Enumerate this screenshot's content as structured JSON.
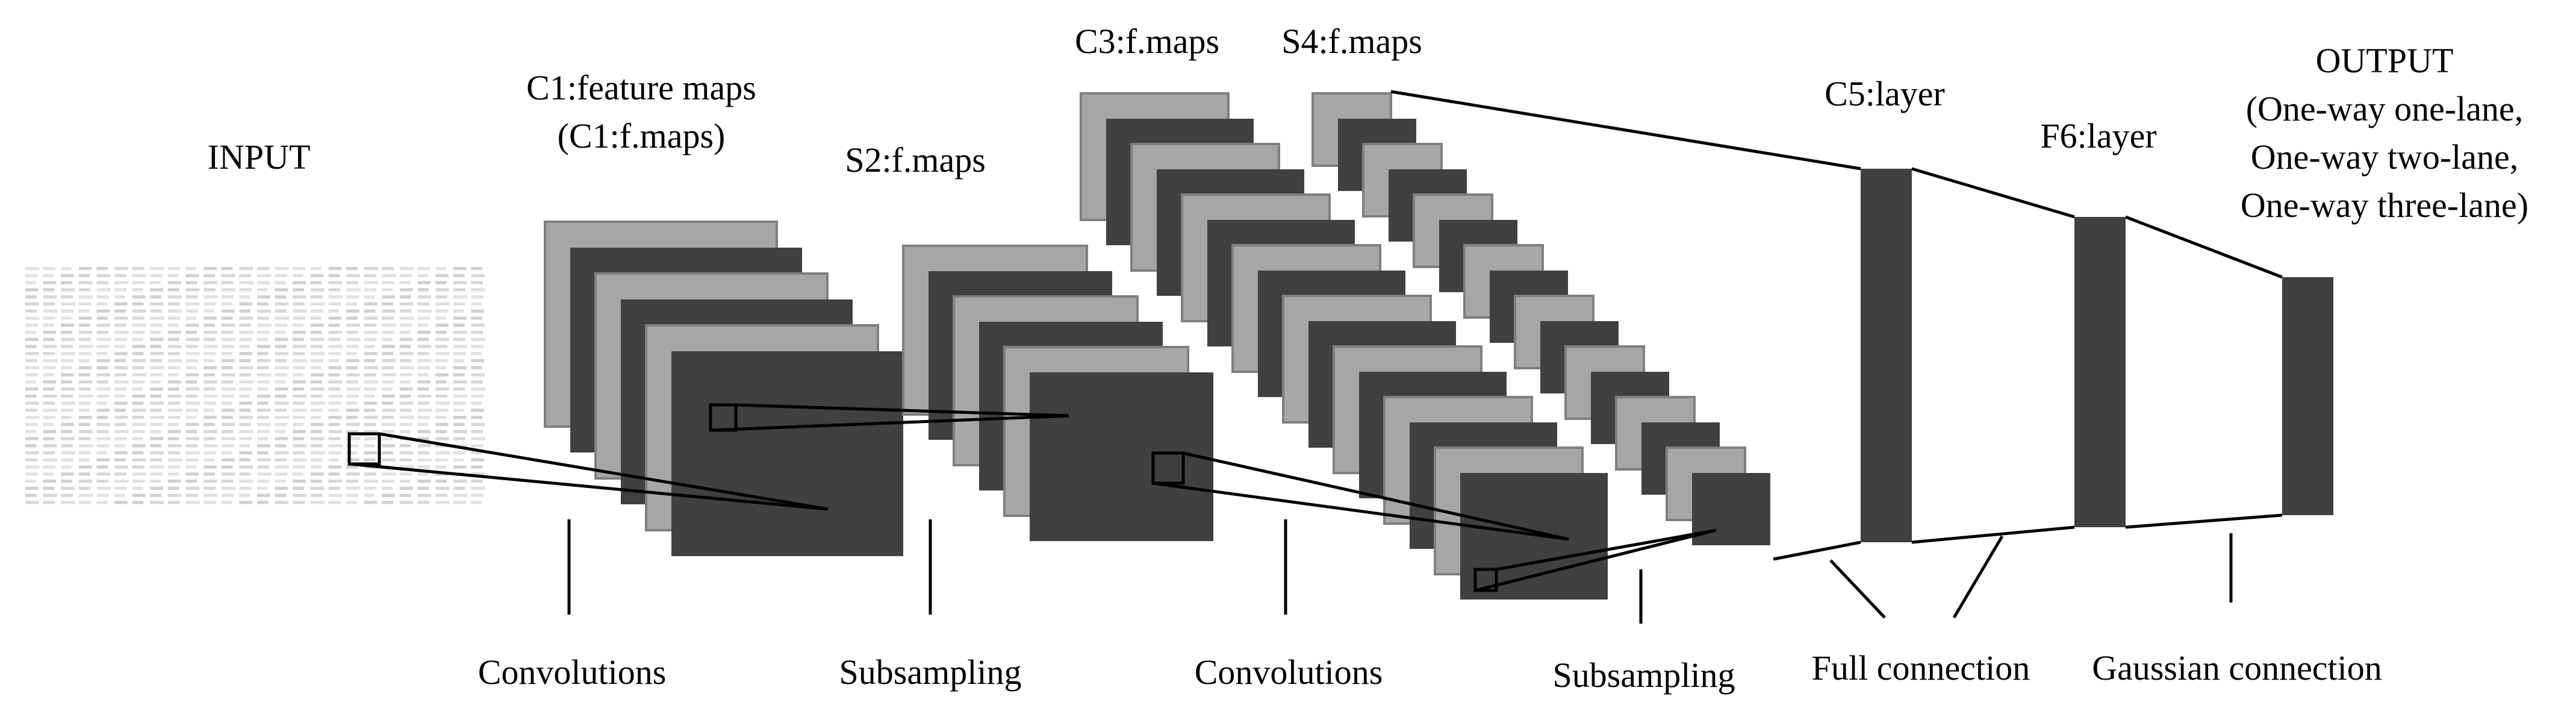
{
  "labels": {
    "input": "INPUT",
    "c1_line1": "C1:feature maps",
    "c1_line2": "(C1:f.maps)",
    "s2": "S2:f.maps",
    "c3": "C3:f.maps",
    "s4": "S4:f.maps",
    "c5": "C5:layer",
    "f6": "F6:layer",
    "output_line1": "OUTPUT",
    "output_line2": "(One-way one-lane,",
    "output_line3": "One-way two-lane,",
    "output_line4": "One-way three-lane)"
  },
  "operations": {
    "conv1": "Convolutions",
    "sub1": "Subsampling",
    "conv2": "Convolutions",
    "sub2": "Subsampling",
    "full": "Full connection",
    "gauss": "Gaussian connection"
  },
  "colors": {
    "dark": "#404040",
    "light": "#a6a6a6",
    "outline": "#7f7f7f",
    "input_grid": "#c8c8c8",
    "line": "#000000"
  }
}
